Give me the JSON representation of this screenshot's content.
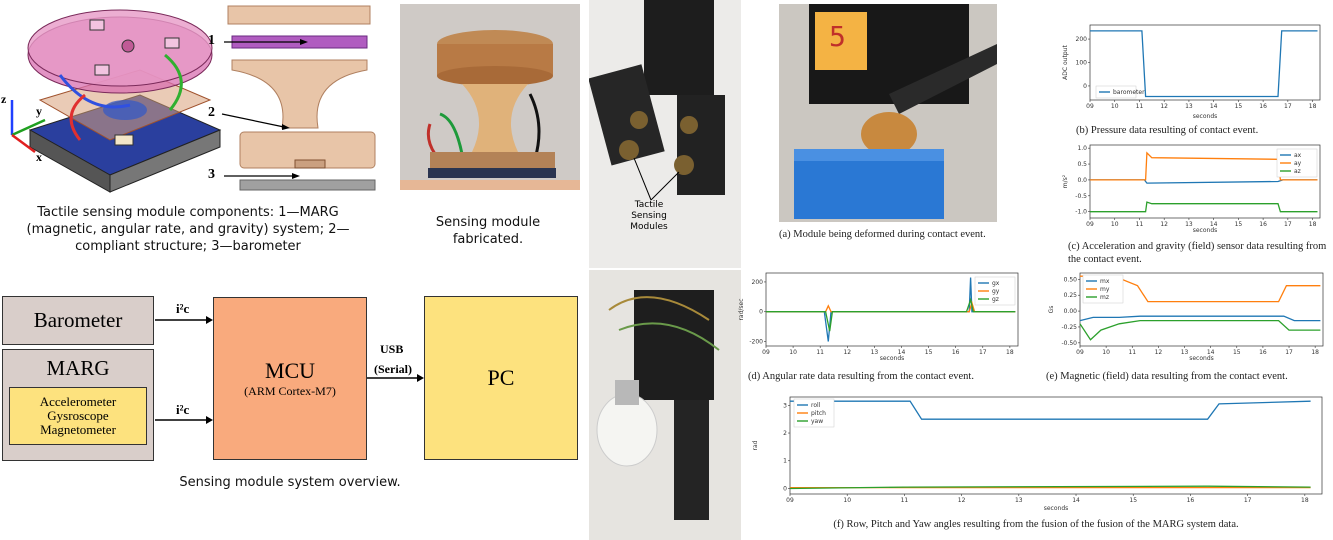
{
  "top_left": {
    "caption": "Tactile sensing module components: 1—MARG (magnetic, angular rate, and gravity) system; 2—compliant structure; 3—barometer",
    "axes": {
      "z": "z",
      "y": "y",
      "x": "x"
    },
    "callouts": [
      "1",
      "2",
      "3"
    ]
  },
  "fabricated": {
    "caption": "Sensing module fabricated."
  },
  "hand_photo": {
    "label": "Tactile Sensing Modules"
  },
  "system": {
    "caption": "Sensing module system overview.",
    "barometer": "Barometer",
    "marg": "MARG",
    "marg_parts": [
      "Accelerometer",
      "Gysroscope",
      "Magnetometer"
    ],
    "i2c_1": "i²c",
    "i2c_2": "i²c",
    "mcu": "MCU",
    "mcu_sub": "(ARM Cortex-M7)",
    "usb": "USB",
    "serial": "(Serial)",
    "pc": "PC"
  },
  "captions": {
    "a": "(a) Module being deformed during contact event.",
    "b": "(b) Pressure data resulting of contact event.",
    "c": "(c) Acceleration and gravity (field) sensor data resulting from the contact event.",
    "d": "(d) Angular rate data resulting from the contact event.",
    "e": "(e) Magnetic (field) data resulting from the contact event.",
    "f": "(f) Row, Pitch and Yaw angles resulting from the fusion of the fusion of the MARG system data."
  },
  "photo_a_sign": "5",
  "colors": {
    "blue": "#1f77b4",
    "orange": "#ff7f0e",
    "green": "#2ca02c",
    "mcu": "#f9aa7d",
    "pc": "#fde27e",
    "grey": "#d9ceca"
  },
  "chart_data": [
    {
      "id": "b",
      "type": "line",
      "ylabel": "ADC output",
      "xlabel": "seconds",
      "xticks": [
        "09",
        "10",
        "11",
        "12",
        "13",
        "14",
        "15",
        "16",
        "17",
        "18"
      ],
      "yticks": [
        "200",
        "100",
        "0"
      ],
      "xlim": [
        9,
        18.3
      ],
      "ylim": [
        -60,
        260
      ],
      "series": [
        {
          "name": "barometer",
          "color": "#1f77b4",
          "x": [
            9,
            11.1,
            11.25,
            16.6,
            16.75,
            18.2
          ],
          "y": [
            235,
            235,
            -45,
            -45,
            235,
            235
          ]
        }
      ]
    },
    {
      "id": "c",
      "type": "line",
      "ylabel": "m/s²",
      "xlabel": "seconds",
      "xticks": [
        "09",
        "10",
        "11",
        "12",
        "13",
        "14",
        "15",
        "16",
        "17",
        "18"
      ],
      "yticks": [
        "1.0",
        "0.5",
        "0.0",
        "-0.5",
        "-1.0"
      ],
      "xlim": [
        9,
        18.3
      ],
      "ylim": [
        -1.2,
        1.1
      ],
      "series": [
        {
          "name": "ax",
          "color": "#1f77b4",
          "x": [
            9,
            11.2,
            11.3,
            16.6,
            16.8,
            18.2
          ],
          "y": [
            0,
            0,
            -0.1,
            -0.05,
            0,
            0
          ]
        },
        {
          "name": "ay",
          "color": "#ff7f0e",
          "x": [
            9,
            11.25,
            11.3,
            11.5,
            16.6,
            16.7,
            18.2
          ],
          "y": [
            0,
            0,
            0.85,
            0.7,
            0.65,
            0,
            0
          ]
        },
        {
          "name": "az",
          "color": "#2ca02c",
          "x": [
            9,
            11.25,
            11.3,
            11.5,
            16.6,
            16.7,
            18.2
          ],
          "y": [
            -1.0,
            -1.0,
            -0.7,
            -0.75,
            -0.75,
            -1.0,
            -1.0
          ]
        }
      ]
    },
    {
      "id": "d",
      "type": "line",
      "ylabel": "rad/sec",
      "xlabel": "seconds",
      "xticks": [
        "09",
        "10",
        "11",
        "12",
        "13",
        "14",
        "15",
        "16",
        "17",
        "18"
      ],
      "yticks": [
        "200",
        "0",
        "-200"
      ],
      "xlim": [
        9,
        18.3
      ],
      "ylim": [
        -230,
        260
      ],
      "series": [
        {
          "name": "gx",
          "color": "#1f77b4",
          "x": [
            9,
            11.15,
            11.3,
            11.4,
            16.5,
            16.55,
            16.6,
            18.2
          ],
          "y": [
            0,
            0,
            -200,
            0,
            0,
            230,
            0,
            0
          ]
        },
        {
          "name": "gy",
          "color": "#ff7f0e",
          "x": [
            9,
            11.2,
            11.3,
            11.4,
            16.5,
            16.6,
            16.7,
            18.2
          ],
          "y": [
            0,
            0,
            40,
            0,
            0,
            60,
            0,
            0
          ]
        },
        {
          "name": "gz",
          "color": "#2ca02c",
          "x": [
            9,
            11.2,
            11.35,
            11.45,
            16.4,
            16.55,
            16.65,
            18.2
          ],
          "y": [
            0,
            0,
            -130,
            0,
            0,
            80,
            0,
            0
          ]
        }
      ]
    },
    {
      "id": "e",
      "type": "line",
      "ylabel": "Gs",
      "xlabel": "seconds",
      "xticks": [
        "09",
        "10",
        "11",
        "12",
        "13",
        "14",
        "15",
        "16",
        "17",
        "18"
      ],
      "yticks": [
        "0.50",
        "0.25",
        "0.00",
        "-0.25",
        "-0.50"
      ],
      "xlim": [
        9,
        18.3
      ],
      "ylim": [
        -0.55,
        0.6
      ],
      "series": [
        {
          "name": "mx",
          "color": "#1f77b4",
          "x": [
            9,
            9.5,
            10.5,
            11.3,
            16.8,
            17.2,
            18.2
          ],
          "y": [
            -0.15,
            -0.1,
            -0.1,
            -0.08,
            -0.08,
            -0.15,
            -0.15
          ]
        },
        {
          "name": "my",
          "color": "#ff7f0e",
          "x": [
            9,
            10.3,
            11.2,
            11.6,
            16.6,
            16.9,
            17.2,
            18.2
          ],
          "y": [
            0.55,
            0.55,
            0.4,
            0.15,
            0.15,
            0.4,
            0.4,
            0.4
          ]
        },
        {
          "name": "mz",
          "color": "#2ca02c",
          "x": [
            9,
            9.4,
            9.8,
            10.5,
            11.3,
            16.6,
            17.0,
            18.2
          ],
          "y": [
            -0.2,
            -0.45,
            -0.3,
            -0.2,
            -0.15,
            -0.15,
            -0.3,
            -0.3
          ]
        }
      ]
    },
    {
      "id": "f",
      "type": "line",
      "ylabel": "rad",
      "xlabel": "seconds",
      "xticks": [
        "09",
        "10",
        "11",
        "12",
        "13",
        "14",
        "15",
        "16",
        "17",
        "18"
      ],
      "yticks": [
        "3",
        "2",
        "1",
        "0"
      ],
      "xlim": [
        9,
        18.3
      ],
      "ylim": [
        -0.2,
        3.3
      ],
      "series": [
        {
          "name": "roll",
          "color": "#1f77b4",
          "x": [
            9,
            11.1,
            11.3,
            16.3,
            16.5,
            18.1
          ],
          "y": [
            3.15,
            3.15,
            2.5,
            2.5,
            3.05,
            3.15
          ]
        },
        {
          "name": "pitch",
          "color": "#ff7f0e",
          "x": [
            9,
            18.1
          ],
          "y": [
            0.03,
            0.03
          ]
        },
        {
          "name": "yaw",
          "color": "#2ca02c",
          "x": [
            9,
            11,
            16.3,
            18.1
          ],
          "y": [
            0.0,
            0.05,
            0.08,
            0.05
          ]
        }
      ]
    }
  ]
}
